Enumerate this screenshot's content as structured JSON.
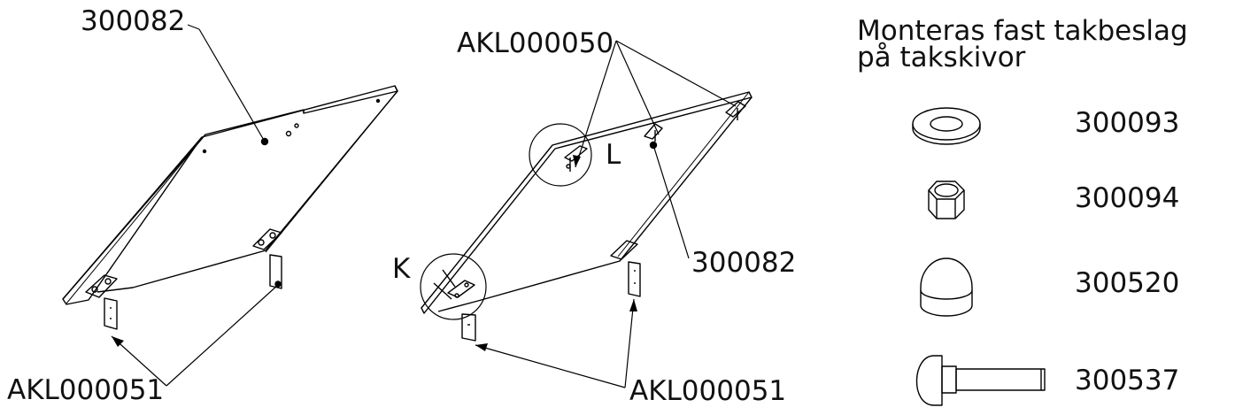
{
  "labels": {
    "left_plate_top": "300082",
    "left_bracket_bottom": "AKL000051",
    "mid_plate_top": "AKL000050",
    "mid_detail_l": "L",
    "mid_detail_k": "K",
    "mid_plate_right": "300082",
    "mid_bracket_bottom": "AKL000051"
  },
  "title": {
    "line1": "Monteras fast takbeslag",
    "line2": "på takskivor"
  },
  "parts": [
    {
      "icon": "washer-icon",
      "number": "300093"
    },
    {
      "icon": "hex-nut-icon",
      "number": "300094"
    },
    {
      "icon": "cap-nut-icon",
      "number": "300520"
    },
    {
      "icon": "carriage-bolt-icon",
      "number": "300537"
    }
  ]
}
